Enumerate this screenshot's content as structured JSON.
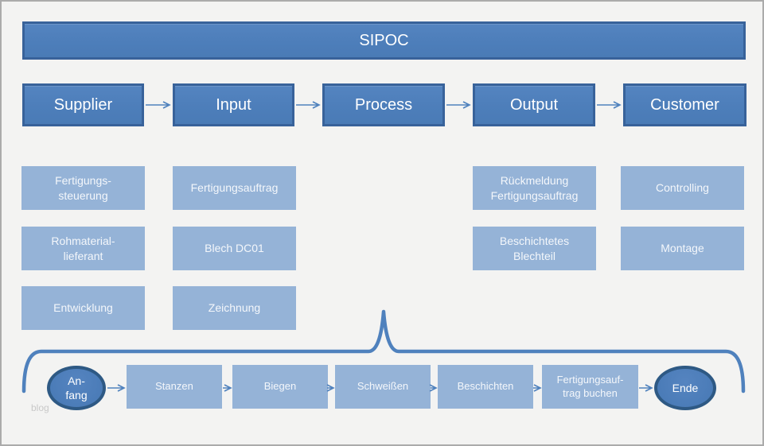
{
  "banner": {
    "title": "SIPOC"
  },
  "header_row": [
    "Supplier",
    "Input",
    "Process",
    "Output",
    "Customer"
  ],
  "supplier_items": [
    "Fertigungs-\nsteuerung",
    "Rohmaterial-\nlieferant",
    "Entwicklung"
  ],
  "input_items": [
    "Fertigungsauftrag",
    "Blech DC01",
    "Zeichnung"
  ],
  "output_items": [
    "Rückmeldung\nFertigungsauftrag",
    "Beschichtetes\nBlechteil"
  ],
  "customer_items": [
    "Controlling",
    "Montage"
  ],
  "process_flow": {
    "start": "An-\nfang",
    "steps": [
      "Stanzen",
      "Biegen",
      "Schweißen",
      "Beschichten",
      "Fertigungsauf-\ntrag buchen"
    ],
    "end": "Ende"
  },
  "watermark": "blog",
  "colors": {
    "background": "#f3f3f2",
    "frame_border": "#ababab",
    "dark_fill": "#4f81bd",
    "dark_border": "#38629a",
    "ellipse_border": "#2e5984",
    "light_fill": "#95b3d7",
    "connector": "#4f81bd",
    "text": "#ffffff",
    "watermark_text": "#c9c9c9"
  }
}
